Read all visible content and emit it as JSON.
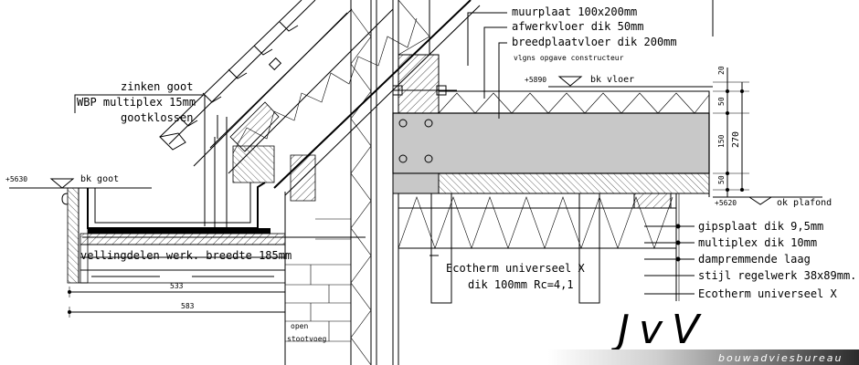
{
  "labels": {
    "muurplaat": "muurplaat 100x200mm",
    "afwerkvloer": "afwerkvloer dik 50mm",
    "breedplaatvloer": "breedplaatvloer dik 200mm",
    "constructeur": "vlgns opgave constructeur",
    "bk_vloer_level": "+5890",
    "bk_vloer": "bk vloer",
    "zinken_goot": "zinken goot",
    "wbp_multiplex": "WBP multiplex 15mm",
    "gootklossen": "gootklossen",
    "bk_goot_level": "+5630",
    "bk_goot": "bk goot",
    "vellingdelen": "vellingdelen werk. breedte 185mm",
    "ecotherm_1": "Ecotherm universeel X",
    "ecotherm_2": "dik 100mm Rc=4,1",
    "ok_plafond_level": "+5620",
    "ok_plafond": "ok plafond",
    "gipsplaat": "gipsplaat dik 9,5mm",
    "multiplex_10": "multiplex dik 10mm",
    "dampremmende": "dampremmende laag",
    "stijl_regelwerk": "stijl regelwerk 38x89mm.",
    "ecotherm_3": "Ecotherm universeel X",
    "open": "open",
    "stootvoeg": "stootvoeg"
  },
  "dimensions": {
    "d20": "20",
    "d50a": "50",
    "d150": "150",
    "d50b": "50",
    "d270": "270",
    "d533": "533",
    "d583": "583"
  },
  "logo": {
    "mark": "JvV",
    "tagline": "bouwadviesbureau"
  }
}
